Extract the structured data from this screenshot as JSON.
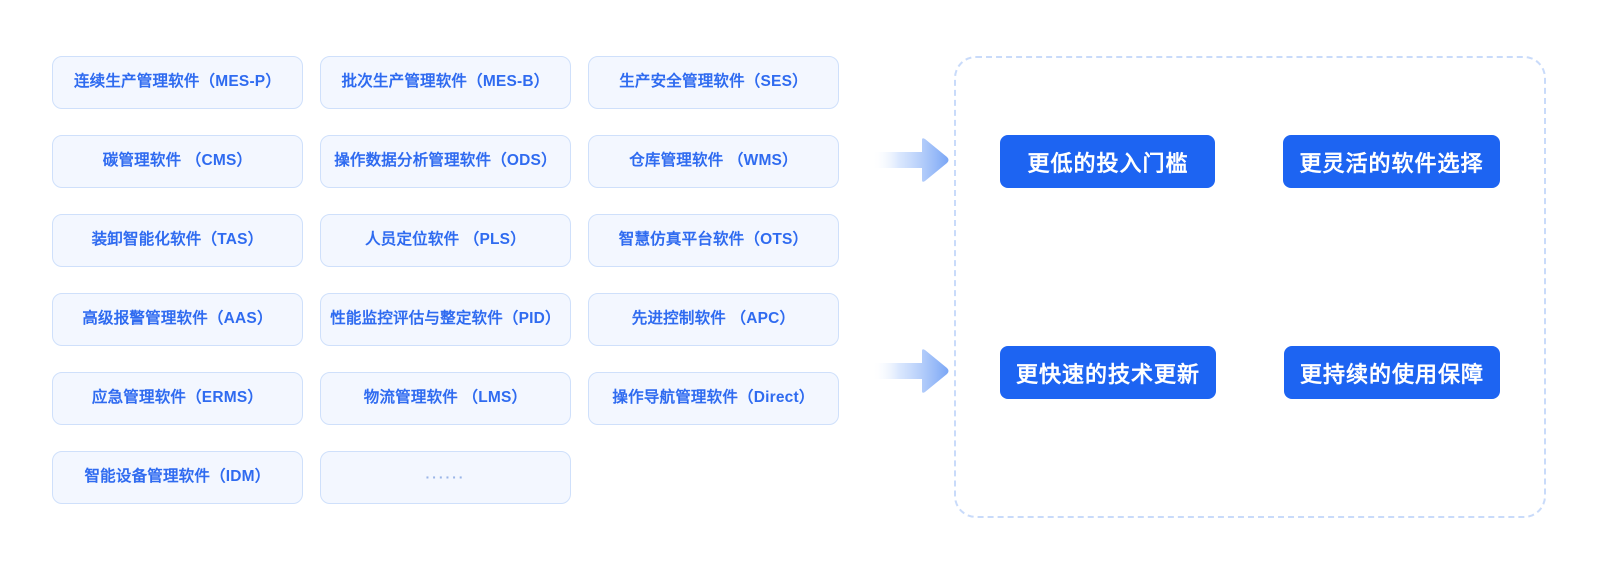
{
  "theme": {
    "page_background": "#ffffff",
    "card_background": "#f3f7ff",
    "card_border": "#cfe0fb",
    "card_text": "#2f6bf0",
    "chip_background": "#1d64f2",
    "chip_text": "#ffffff",
    "panel_dashed_border": "#c9dbfa",
    "arrow_gradient_start": "#ffffff",
    "arrow_gradient_end": "#7aa6f5"
  },
  "software_grid": {
    "columns": 3,
    "rows": 6,
    "cards": [
      {
        "label": "连续生产管理软件（MES-P）",
        "kind": "software"
      },
      {
        "label": "批次生产管理软件（MES-B）",
        "kind": "software"
      },
      {
        "label": "生产安全管理软件（SES）",
        "kind": "software"
      },
      {
        "label": "碳管理软件 （CMS）",
        "kind": "software"
      },
      {
        "label": "操作数据分析管理软件（ODS）",
        "kind": "software"
      },
      {
        "label": "仓库管理软件 （WMS）",
        "kind": "software"
      },
      {
        "label": "装卸智能化软件（TAS）",
        "kind": "software"
      },
      {
        "label": "人员定位软件 （PLS）",
        "kind": "software"
      },
      {
        "label": "智慧仿真平台软件（OTS）",
        "kind": "software"
      },
      {
        "label": "高级报警管理软件（AAS）",
        "kind": "software"
      },
      {
        "label": "性能监控评估与整定软件（PID）",
        "kind": "software"
      },
      {
        "label": "先进控制软件 （APC）",
        "kind": "software"
      },
      {
        "label": "应急管理软件（ERMS）",
        "kind": "software"
      },
      {
        "label": "物流管理软件 （LMS）",
        "kind": "software"
      },
      {
        "label": "操作导航管理软件（Direct）",
        "kind": "software"
      },
      {
        "label": "智能设备管理软件（IDM）",
        "kind": "software"
      },
      {
        "label": "······",
        "kind": "ellipsis"
      },
      {
        "label": "",
        "kind": "empty"
      }
    ]
  },
  "arrows": [
    {
      "name": "arrow-right-top",
      "icon": "arrow-right-icon"
    },
    {
      "name": "arrow-right-bottom",
      "icon": "arrow-right-icon"
    }
  ],
  "benefits": {
    "row1": [
      {
        "label": "更低的投入门槛"
      },
      {
        "label": "更灵活的软件选择"
      }
    ],
    "row2": [
      {
        "label": "更快速的技术更新"
      },
      {
        "label": "更持续的使用保障"
      }
    ]
  }
}
